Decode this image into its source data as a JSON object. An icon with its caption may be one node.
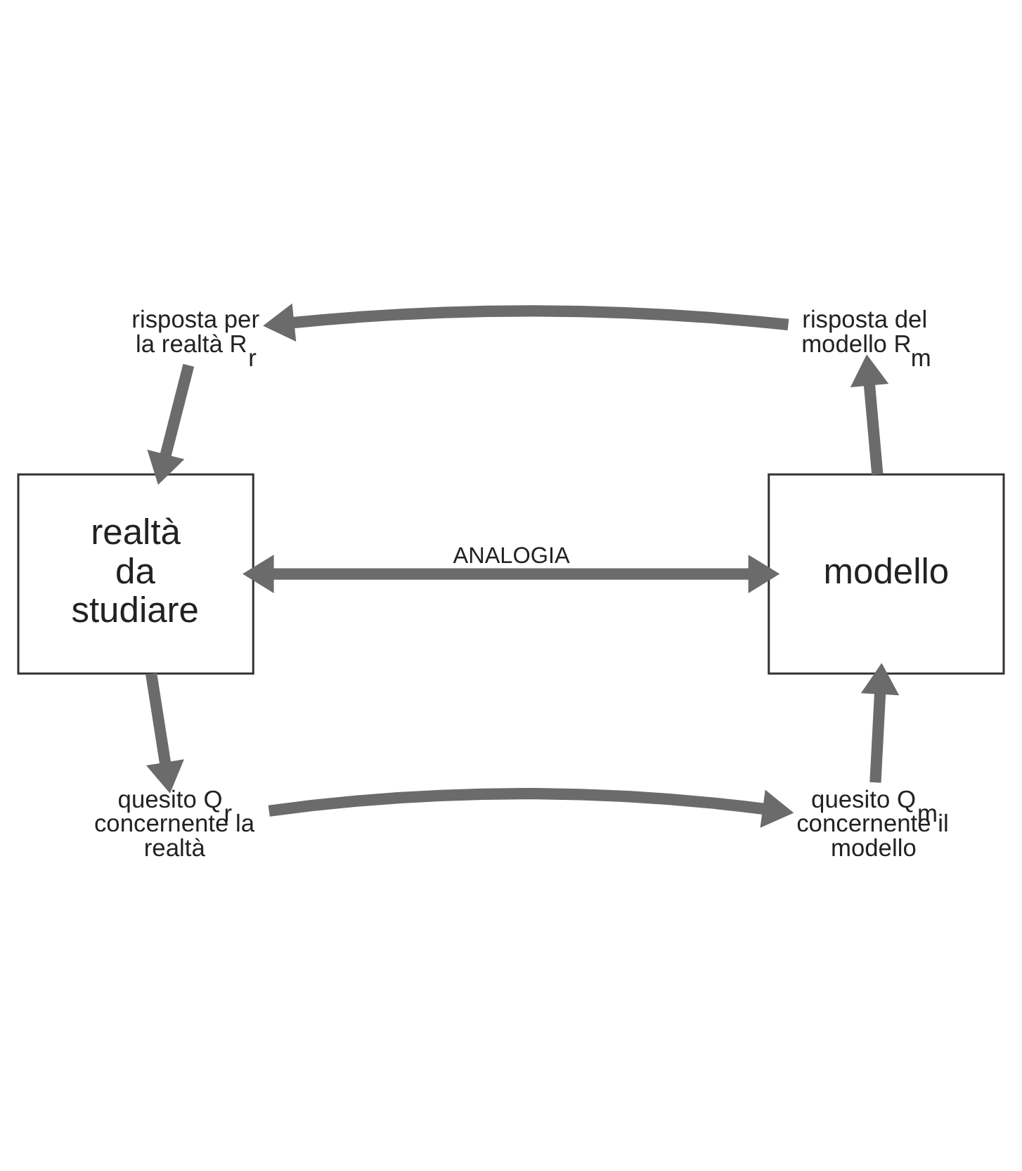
{
  "diagram": {
    "nodes": [
      {
        "text": [
          "realtà da studiare"
        ]
      },
      {
        "text": [
          "modello"
        ]
      },
      {
        "text": [
          "risposta per la realtà R$_{r}$"
        ]
      },
      {
        "text": [
          "risposta del modello R$_{m}$"
        ]
      },
      {
        "text": [
          "quesito Q$_{r}$ concernente la realtà"
        ]
      },
      {
        "text": [
          "quesito Q$_{m}$ concernente il modello"
        ]
      }
    ],
    "edges": [
      {
        "from": 3,
        "to": 2,
        "arrow": "to"
      },
      {
        "from": 2,
        "to": 0,
        "arrow": "to"
      },
      {
        "from": 0,
        "to": 1,
        "arrow": "both",
        "label": "ANALOGIA"
      },
      {
        "from": 0,
        "to": 4,
        "arrow": "to"
      },
      {
        "from": 4,
        "to": 5,
        "arrow": "to"
      },
      {
        "from": 5,
        "to": 1,
        "arrow": "to"
      },
      {
        "from": 1,
        "to": 3,
        "arrow": "to"
      }
    ]
  }
}
